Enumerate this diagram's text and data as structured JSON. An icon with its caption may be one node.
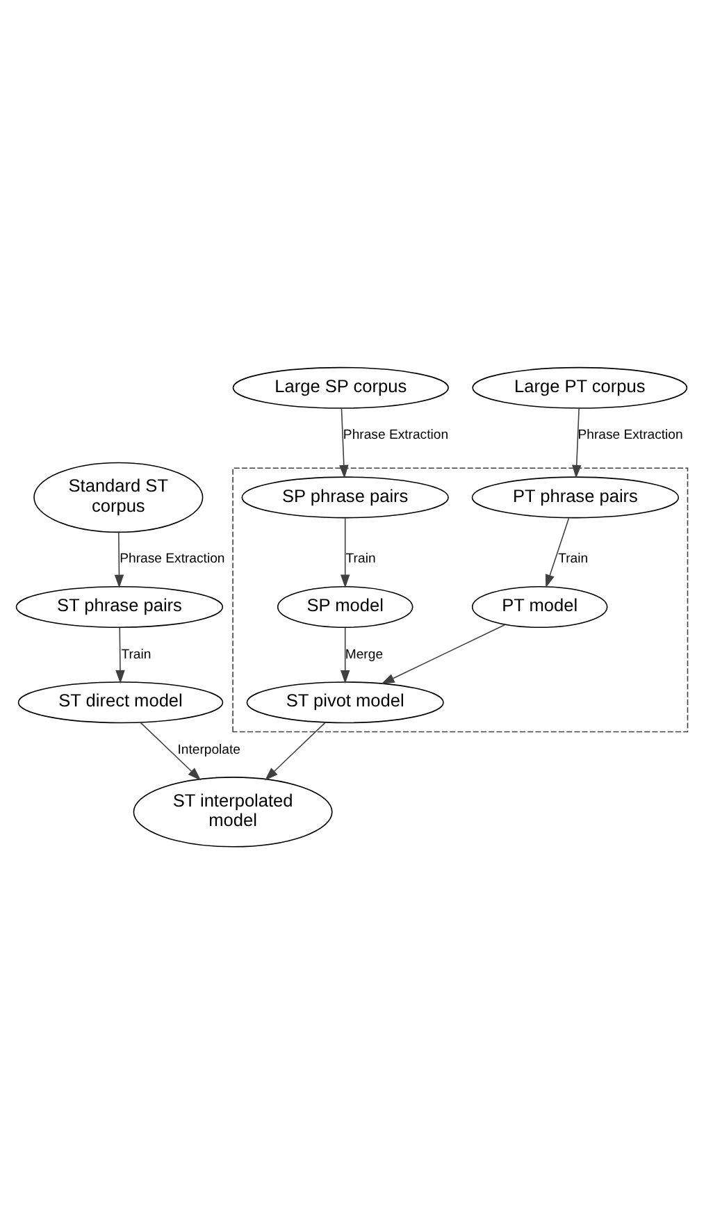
{
  "diagram": {
    "nodes": [
      {
        "text": [
          "Standard ST corpus"
        ]
      },
      {
        "text": [
          "Large SP corpus"
        ]
      },
      {
        "text": [
          "Large PT corpus"
        ]
      },
      {
        "text": [],
        "shape": "box"
      },
      {
        "text": [
          "SP phrase pairs"
        ],
        "in": 3
      },
      {
        "text": [
          "PT phrase pairs"
        ],
        "in": 3
      },
      {
        "text": [
          "SP model"
        ],
        "in": 3
      },
      {
        "text": [
          "PT model"
        ],
        "in": 3
      },
      {
        "text": [
          "ST phrase pairs"
        ]
      },
      {
        "text": [
          "ST direct model"
        ]
      },
      {
        "text": [
          "ST pivot model"
        ],
        "in": 3
      },
      {
        "text": [
          "ST interpolated model"
        ]
      }
    ],
    "edges": [
      {
        "from": 0,
        "to": 8,
        "arrow": "to",
        "label": "Phrase Extraction"
      },
      {
        "from": 1,
        "to": 4,
        "arrow": "to",
        "label": "Phrase Extraction"
      },
      {
        "from": 2,
        "to": 5,
        "arrow": "to",
        "label": "Phrase Extraction"
      },
      {
        "from": 4,
        "to": 6,
        "arrow": "to",
        "label": "Train"
      },
      {
        "from": 5,
        "to": 7,
        "arrow": "to",
        "label": "Train"
      },
      {
        "from": 8,
        "to": 9,
        "arrow": "to",
        "label": "Train"
      },
      {
        "from": 6,
        "to": 10,
        "arrow": "to",
        "label": "Merge"
      },
      {
        "from": 7,
        "to": 10,
        "arrow": "to"
      },
      {
        "from": 9,
        "to": 11,
        "arrow": "to",
        "label": "Interpolate"
      },
      {
        "from": 10,
        "to": 11,
        "arrow": "to"
      }
    ]
  }
}
